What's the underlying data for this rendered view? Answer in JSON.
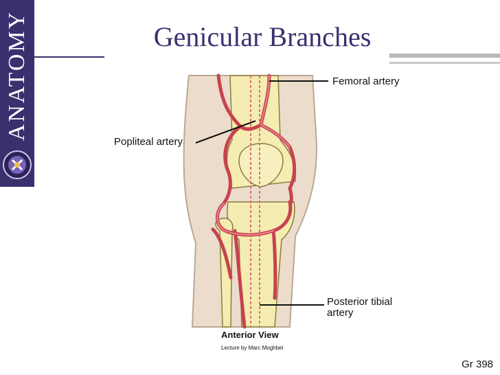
{
  "sidebar": {
    "brand": "ANATOMY"
  },
  "slide": {
    "title": "Genicular Branches"
  },
  "figure": {
    "labels": {
      "femoral": "Femoral artery",
      "popliteal": "Popliteal artery",
      "posterior_tibial_1": "Posterior tibial",
      "posterior_tibial_2": "artery"
    },
    "caption": "Anterior View",
    "credit": "Lecture by Marc Moghbel"
  },
  "footer": {
    "page_ref": "Gr 398"
  },
  "colors": {
    "brand": "#3b2f6e",
    "artery": "#c8424e",
    "bone": "#f4ecb0",
    "skin": "#ecdccb"
  }
}
